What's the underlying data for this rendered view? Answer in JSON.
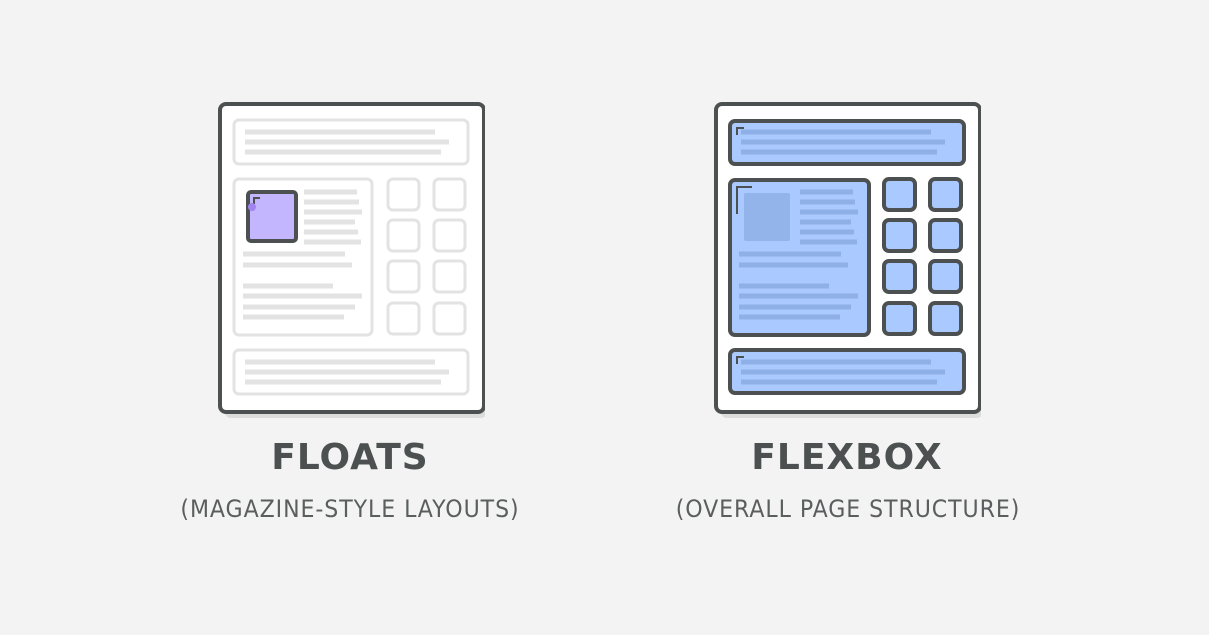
{
  "panels": [
    {
      "title": "FLOATS",
      "subtitle": "(MAGAZINE-STYLE LAYOUTS)"
    },
    {
      "title": "FLEXBOX",
      "subtitle": "(OVERALL PAGE STRUCTURE)"
    }
  ],
  "colors": {
    "background": "#f3f3f3",
    "frame": "#4d5050",
    "faded_box": "#e3e3e3",
    "float_highlight": "#c3b6ff",
    "float_marker": "#a083f0",
    "flex_fill": "#a9c9ff",
    "flex_lines": "#8fb0e6",
    "text": "#4d5050"
  }
}
